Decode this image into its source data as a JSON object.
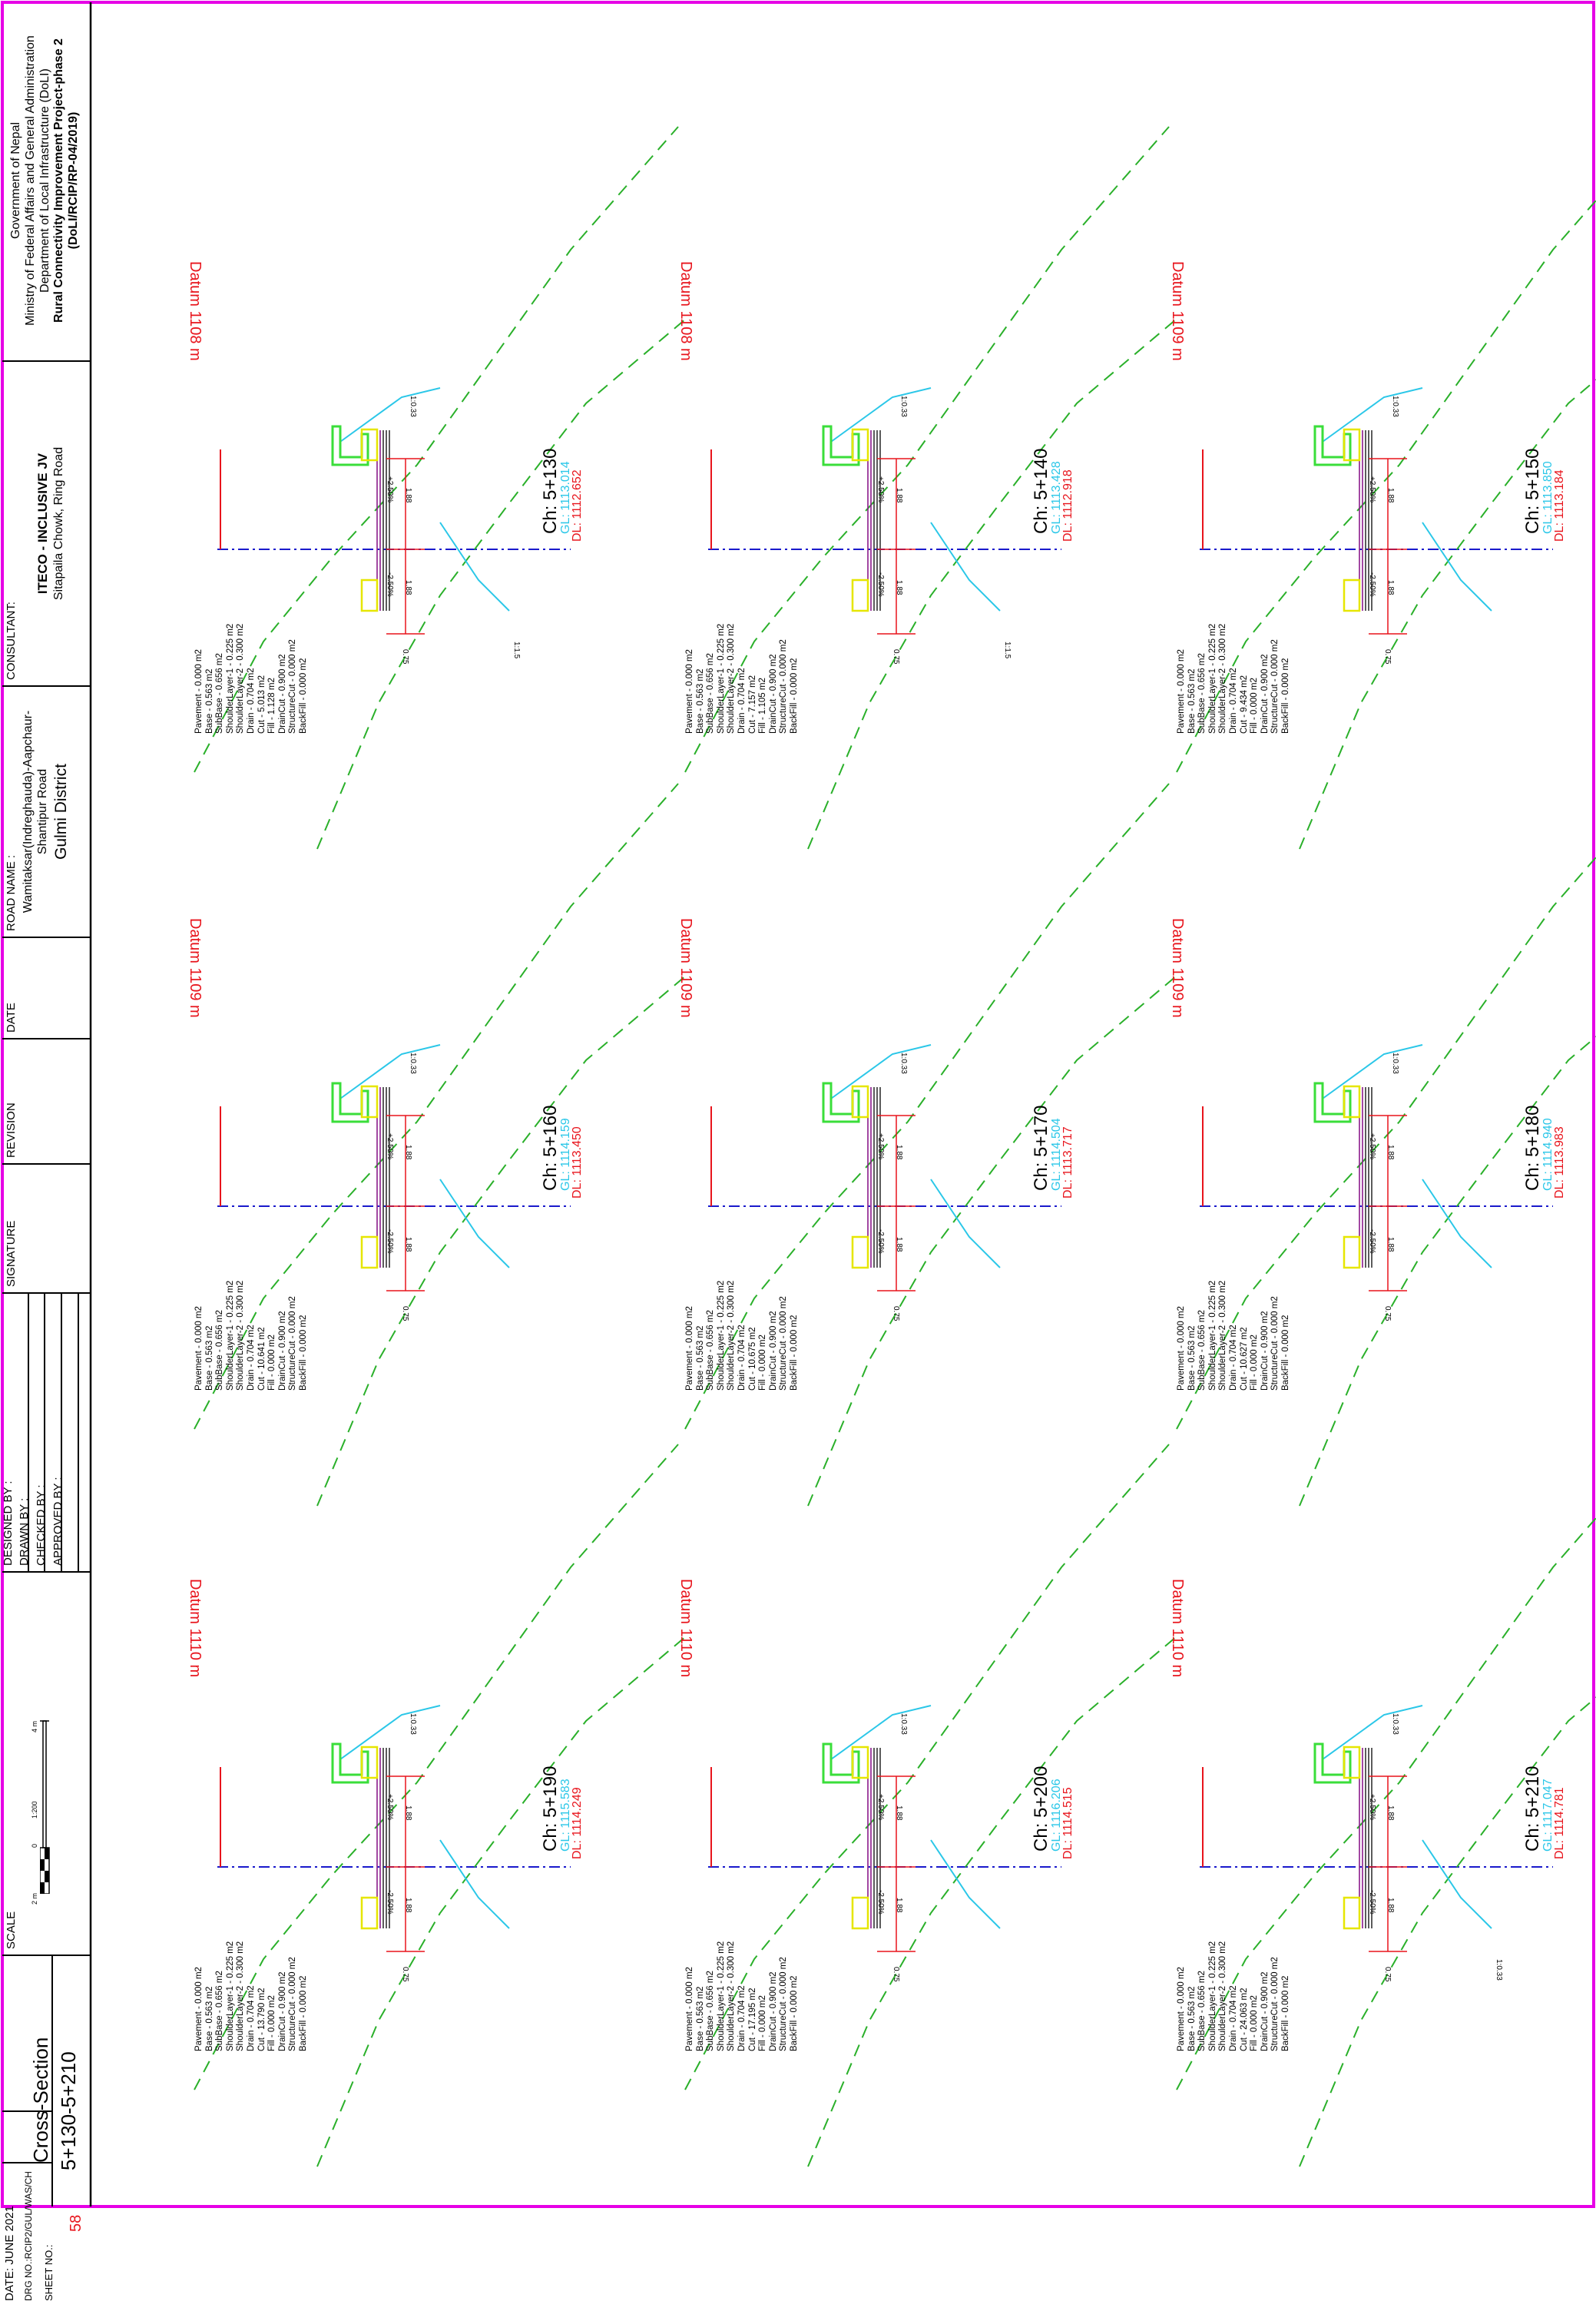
{
  "colors": {
    "border": "#e600e6",
    "ground": "#2ab02a",
    "design": "#2bc7e8",
    "datum": "#e8141c",
    "centerline": "#1a1acc",
    "dim": "#e8141c",
    "pavement": "#8b1a8b",
    "shoulder": "#e6e600",
    "drain": "#3ade3a",
    "text": "#000000"
  },
  "title_block": {
    "client": {
      "l1": "Government of Nepal",
      "l2": "Ministry of Federal Affairs and General Administration",
      "l3": "Department of Local Infrastructure (DoLI)",
      "l4": "Rural Connectivity Improvement Project-phase 2",
      "l5": "(DoLI/RCIP/RP-04/2019)"
    },
    "consultant": {
      "label": "CONSULTANT:",
      "name": "ITECO - INCLUSIVE JV",
      "address": "Sitapaila Chowk, Ring Road"
    },
    "road": {
      "label": "ROAD NAME :",
      "l1": "Wamitaksar(Indreghauda)-Aapchaur-",
      "l2": "Shantipur Road",
      "district": "Gulmi District"
    },
    "date_label": "DATE",
    "revision_label": "REVISION",
    "signature_label": "SIGNATURE",
    "people": {
      "designed": "DESIGNED BY :",
      "drawn": "DRAWN BY :",
      "checked": "CHECKED BY :",
      "approved": "APPROVED BY :"
    },
    "scale": {
      "label": "SCALE",
      "left": "2 m",
      "mid": "0",
      "ratio": "1:200",
      "right": "4 m"
    },
    "drawing": {
      "title": "Cross-Section",
      "range": "5+130-5+210"
    },
    "meta": {
      "date": "DATE:  JUNE 2021",
      "drg": "DRG NO.:RCIP2/GUL/WAS/CH",
      "sheet_label": "SHEET NO.:",
      "sheet_no": "58"
    }
  },
  "sections": [
    {
      "ch": "Ch: 5+130",
      "gl": "GL: 1113.014",
      "dl": "DL: 1112.652",
      "datum": "Datum  1108  m",
      "slopes": [
        "1:0.33",
        "1:1.5"
      ],
      "grade_l": "+2.50%",
      "grade_r": "-2.50%",
      "dims": [
        "1.88",
        "1.88",
        "0.75"
      ],
      "qty": [
        "Pavement  -  0.000  m2",
        "Base  -  0.563  m2",
        "SubBase  -  0.656  m2",
        "ShoulderLayer-1  -  0.225  m2",
        "ShoulderLayer-2  -  0.300  m2",
        "Drain  -  0.704  m2",
        "Cut  -  5.013  m2",
        "Fill  -  1.128  m2",
        "DrainCut  -  0.900  m2",
        "StructureCut  -  0.000  m2",
        "BackFill  -  0.000  m2"
      ]
    },
    {
      "ch": "Ch: 5+140",
      "gl": "GL: 1113.428",
      "dl": "DL: 1112.918",
      "datum": "Datum  1108  m",
      "slopes": [
        "1:0.33",
        "1:1.5"
      ],
      "grade_l": "+2.50%",
      "grade_r": "-2.50%",
      "dims": [
        "1.88",
        "1.88",
        "0.75"
      ],
      "qty": [
        "Pavement  -  0.000  m2",
        "Base  -  0.563  m2",
        "SubBase  -  0.656  m2",
        "ShoulderLayer-1  -  0.225  m2",
        "ShoulderLayer-2  -  0.300  m2",
        "Drain  -  0.704  m2",
        "Cut  -  7.157  m2",
        "Fill  -  1.105  m2",
        "DrainCut  -  0.900  m2",
        "StructureCut  -  0.000  m2",
        "BackFill  -  0.000  m2"
      ]
    },
    {
      "ch": "Ch: 5+150",
      "gl": "GL: 1113.850",
      "dl": "DL: 1113.184",
      "datum": "Datum  1109  m",
      "slopes": [
        "1:0.33"
      ],
      "grade_l": "+2.50%",
      "grade_r": "-2.50%",
      "dims": [
        "1.88",
        "1.88",
        "0.75"
      ],
      "qty": [
        "Pavement  -  0.000  m2",
        "Base  -  0.563  m2",
        "SubBase  -  0.656  m2",
        "ShoulderLayer-1  -  0.225  m2",
        "ShoulderLayer-2  -  0.300  m2",
        "Drain  -  0.704  m2",
        "Cut  -  9.434  m2",
        "Fill  -  0.000  m2",
        "DrainCut  -  0.900  m2",
        "StructureCut  -  0.000  m2",
        "BackFill  -  0.000  m2"
      ]
    },
    {
      "ch": "Ch: 5+160",
      "gl": "GL: 1114.159",
      "dl": "DL: 1113.450",
      "datum": "Datum  1109  m",
      "slopes": [
        "1:0.33"
      ],
      "grade_l": "+2.50%",
      "grade_r": "-2.50%",
      "dims": [
        "1.88",
        "1.88",
        "0.75"
      ],
      "qty": [
        "Pavement  -  0.000  m2",
        "Base  -  0.563  m2",
        "SubBase  -  0.656  m2",
        "ShoulderLayer-1  -  0.225  m2",
        "ShoulderLayer-2  -  0.300  m2",
        "Drain  -  0.704  m2",
        "Cut  -  10.641  m2",
        "Fill  -  0.000  m2",
        "DrainCut  -  0.900  m2",
        "StructureCut  -  0.000  m2",
        "BackFill  -  0.000  m2"
      ]
    },
    {
      "ch": "Ch: 5+170",
      "gl": "GL: 1114.504",
      "dl": "DL: 1113.717",
      "datum": "Datum  1109  m",
      "slopes": [
        "1:0.33"
      ],
      "grade_l": "+2.50%",
      "grade_r": "-2.50%",
      "dims": [
        "1.88",
        "1.88",
        "0.75"
      ],
      "qty": [
        "Pavement  -  0.000  m2",
        "Base  -  0.563  m2",
        "SubBase  -  0.656  m2",
        "ShoulderLayer-1  -  0.225  m2",
        "ShoulderLayer-2  -  0.300  m2",
        "Drain  -  0.704  m2",
        "Cut  -  10.675  m2",
        "Fill  -  0.000  m2",
        "DrainCut  -  0.900  m2",
        "StructureCut  -  0.000  m2",
        "BackFill  -  0.000  m2"
      ]
    },
    {
      "ch": "Ch: 5+180",
      "gl": "GL: 1114.940",
      "dl": "DL: 1113.983",
      "datum": "Datum  1109  m",
      "slopes": [
        "1:0.33"
      ],
      "grade_l": "+2.50%",
      "grade_r": "-2.50%",
      "dims": [
        "1.88",
        "1.88",
        "0.75"
      ],
      "qty": [
        "Pavement  -  0.000  m2",
        "Base  -  0.563  m2",
        "SubBase  -  0.656  m2",
        "ShoulderLayer-1  -  0.225  m2",
        "ShoulderLayer-2  -  0.300  m2",
        "Drain  -  0.704  m2",
        "Cut  -  10.627  m2",
        "Fill  -  0.000  m2",
        "DrainCut  -  0.900  m2",
        "StructureCut  -  0.000  m2",
        "BackFill  -  0.000  m2"
      ]
    },
    {
      "ch": "Ch: 5+190",
      "gl": "GL: 1115.583",
      "dl": "DL: 1114.249",
      "datum": "Datum  1110  m",
      "slopes": [
        "1:0.33"
      ],
      "grade_l": "+2.50%",
      "grade_r": "-2.50%",
      "dims": [
        "1.88",
        "1.88",
        "0.75"
      ],
      "qty": [
        "Pavement  -  0.000  m2",
        "Base  -  0.563  m2",
        "SubBase  -  0.656  m2",
        "ShoulderLayer-1  -  0.225  m2",
        "ShoulderLayer-2  -  0.300  m2",
        "Drain  -  0.704  m2",
        "Cut  -  13.790  m2",
        "Fill  -  0.000  m2",
        "DrainCut  -  0.900  m2",
        "StructureCut  -  0.000  m2",
        "BackFill  -  0.000  m2"
      ]
    },
    {
      "ch": "Ch: 5+200",
      "gl": "GL: 1116.206",
      "dl": "DL: 1114.515",
      "datum": "Datum  1110  m",
      "slopes": [
        "1:0.33"
      ],
      "grade_l": "+2.50%",
      "grade_r": "-2.50%",
      "dims": [
        "1.88",
        "1.88",
        "0.75"
      ],
      "qty": [
        "Pavement  -  0.000  m2",
        "Base  -  0.563  m2",
        "SubBase  -  0.656  m2",
        "ShoulderLayer-1  -  0.225  m2",
        "ShoulderLayer-2  -  0.300  m2",
        "Drain  -  0.704  m2",
        "Cut  -  17.195  m2",
        "Fill  -  0.000  m2",
        "DrainCut  -  0.900  m2",
        "StructureCut  -  0.000  m2",
        "BackFill  -  0.000  m2"
      ]
    },
    {
      "ch": "Ch: 5+210",
      "gl": "GL: 1117.047",
      "dl": "DL: 1114.781",
      "datum": "Datum  1110  m",
      "slopes": [
        "1:0.33",
        "1:0.33"
      ],
      "grade_l": "+2.50%",
      "grade_r": "-2.50%",
      "dims": [
        "1.88",
        "1.88",
        "0.75"
      ],
      "qty": [
        "Pavement  -  0.000  m2",
        "Base  -  0.563  m2",
        "SubBase  -  0.656  m2",
        "ShoulderLayer-1  -  0.225  m2",
        "ShoulderLayer-2  -  0.300  m2",
        "Drain  -  0.704  m2",
        "Cut  -  24.063  m2",
        "Fill  -  0.000  m2",
        "DrainCut  -  0.900  m2",
        "StructureCut  -  0.000  m2",
        "BackFill  -  0.000  m2"
      ]
    }
  ]
}
